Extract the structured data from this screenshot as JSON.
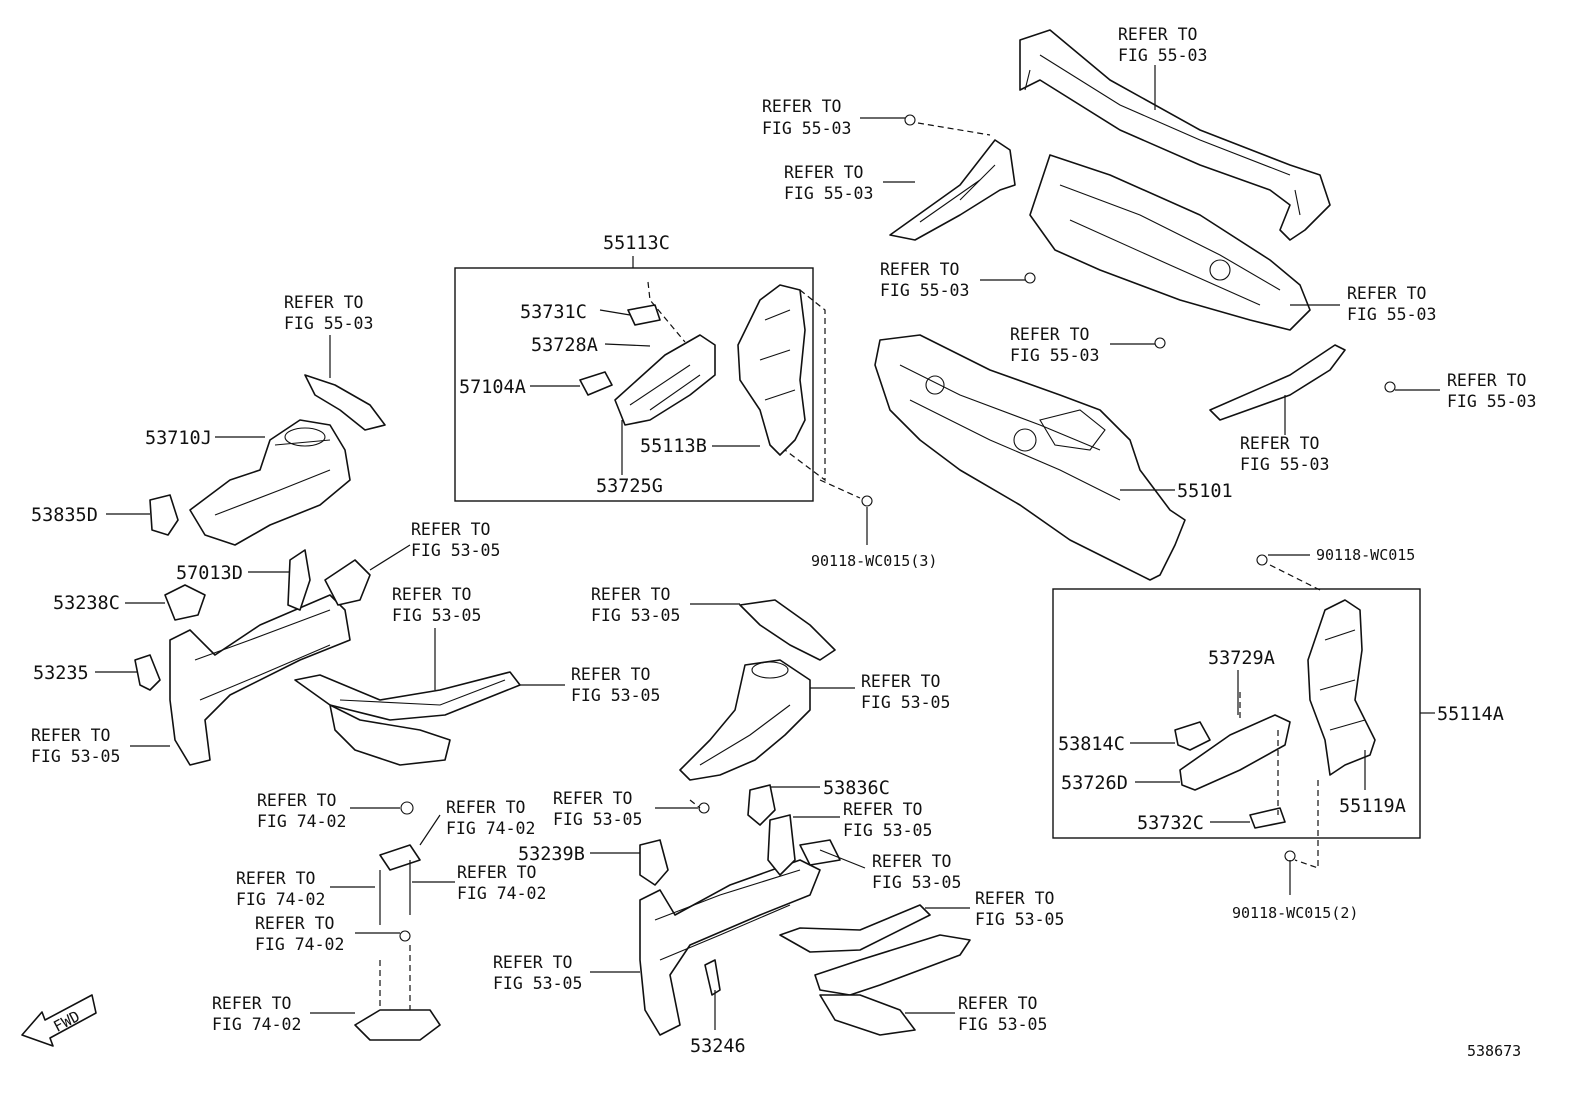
{
  "callouts": {
    "c01": [
      "REFER TO",
      "FIG 55-03"
    ],
    "c02": [
      "REFER TO",
      "FIG 55-03"
    ],
    "c03": [
      "REFER TO",
      "FIG 55-03"
    ],
    "c04": [
      "REFER TO",
      "FIG 55-03"
    ],
    "c05": [
      "REFER TO",
      "FIG 55-03"
    ],
    "c06": [
      "REFER TO",
      "FIG 55-03"
    ],
    "c07": [
      "REFER TO",
      "FIG 55-03"
    ],
    "c08": [
      "REFER TO",
      "FIG 55-03"
    ],
    "c09": [
      "REFER TO",
      "FIG 53-05"
    ],
    "c10": [
      "REFER TO",
      "FIG 53-05"
    ],
    "c11": [
      "REFER TO",
      "FIG 53-05"
    ],
    "c12": [
      "REFER TO",
      "FIG 53-05"
    ],
    "c13": [
      "REFER TO",
      "FIG 55-03"
    ],
    "c14": [
      "REFER TO",
      "FIG 53-05"
    ],
    "c15": [
      "REFER TO",
      "FIG 53-05"
    ],
    "c16": [
      "REFER TO",
      "FIG 53-05"
    ],
    "c17": [
      "REFER TO",
      "FIG 53-05"
    ],
    "c18": [
      "REFER TO",
      "FIG 53-05"
    ],
    "c19": [
      "REFER TO",
      "FIG 53-05"
    ],
    "c20": [
      "REFER TO",
      "FIG 53-05"
    ],
    "c21": [
      "REFER TO",
      "FIG 74-02"
    ],
    "c22": [
      "REFER TO",
      "FIG 74-02"
    ],
    "c23": [
      "REFER TO",
      "FIG 74-02"
    ],
    "c24": [
      "REFER TO",
      "FIG 74-02"
    ],
    "c25": [
      "REFER TO",
      "FIG 74-02"
    ],
    "c26": [
      "REFER TO",
      "FIG 74-02"
    ]
  },
  "parts": {
    "p55113C": "55113C",
    "p53731C": "53731C",
    "p53728A": "53728A",
    "p57104A": "57104A",
    "p55113B": "55113B",
    "p53725G": "53725G",
    "p53710J": "53710J",
    "p53835D": "53835D",
    "p57013D": "57013D",
    "p53238C": "53238C",
    "p53235": "53235",
    "p55101": "55101",
    "p90118a": "90118-WC015(3)",
    "p90118b": "90118-WC015",
    "p90118c": "90118-WC015(2)",
    "p53729A": "53729A",
    "p53814C": "53814C",
    "p53726D": "53726D",
    "p53732C": "53732C",
    "p55114A": "55114A",
    "p55119A": "55119A",
    "p53836C": "53836C",
    "p53239B": "53239B",
    "p53246": "53246"
  },
  "fwd_label": "FWD",
  "illustration_number": "538673"
}
